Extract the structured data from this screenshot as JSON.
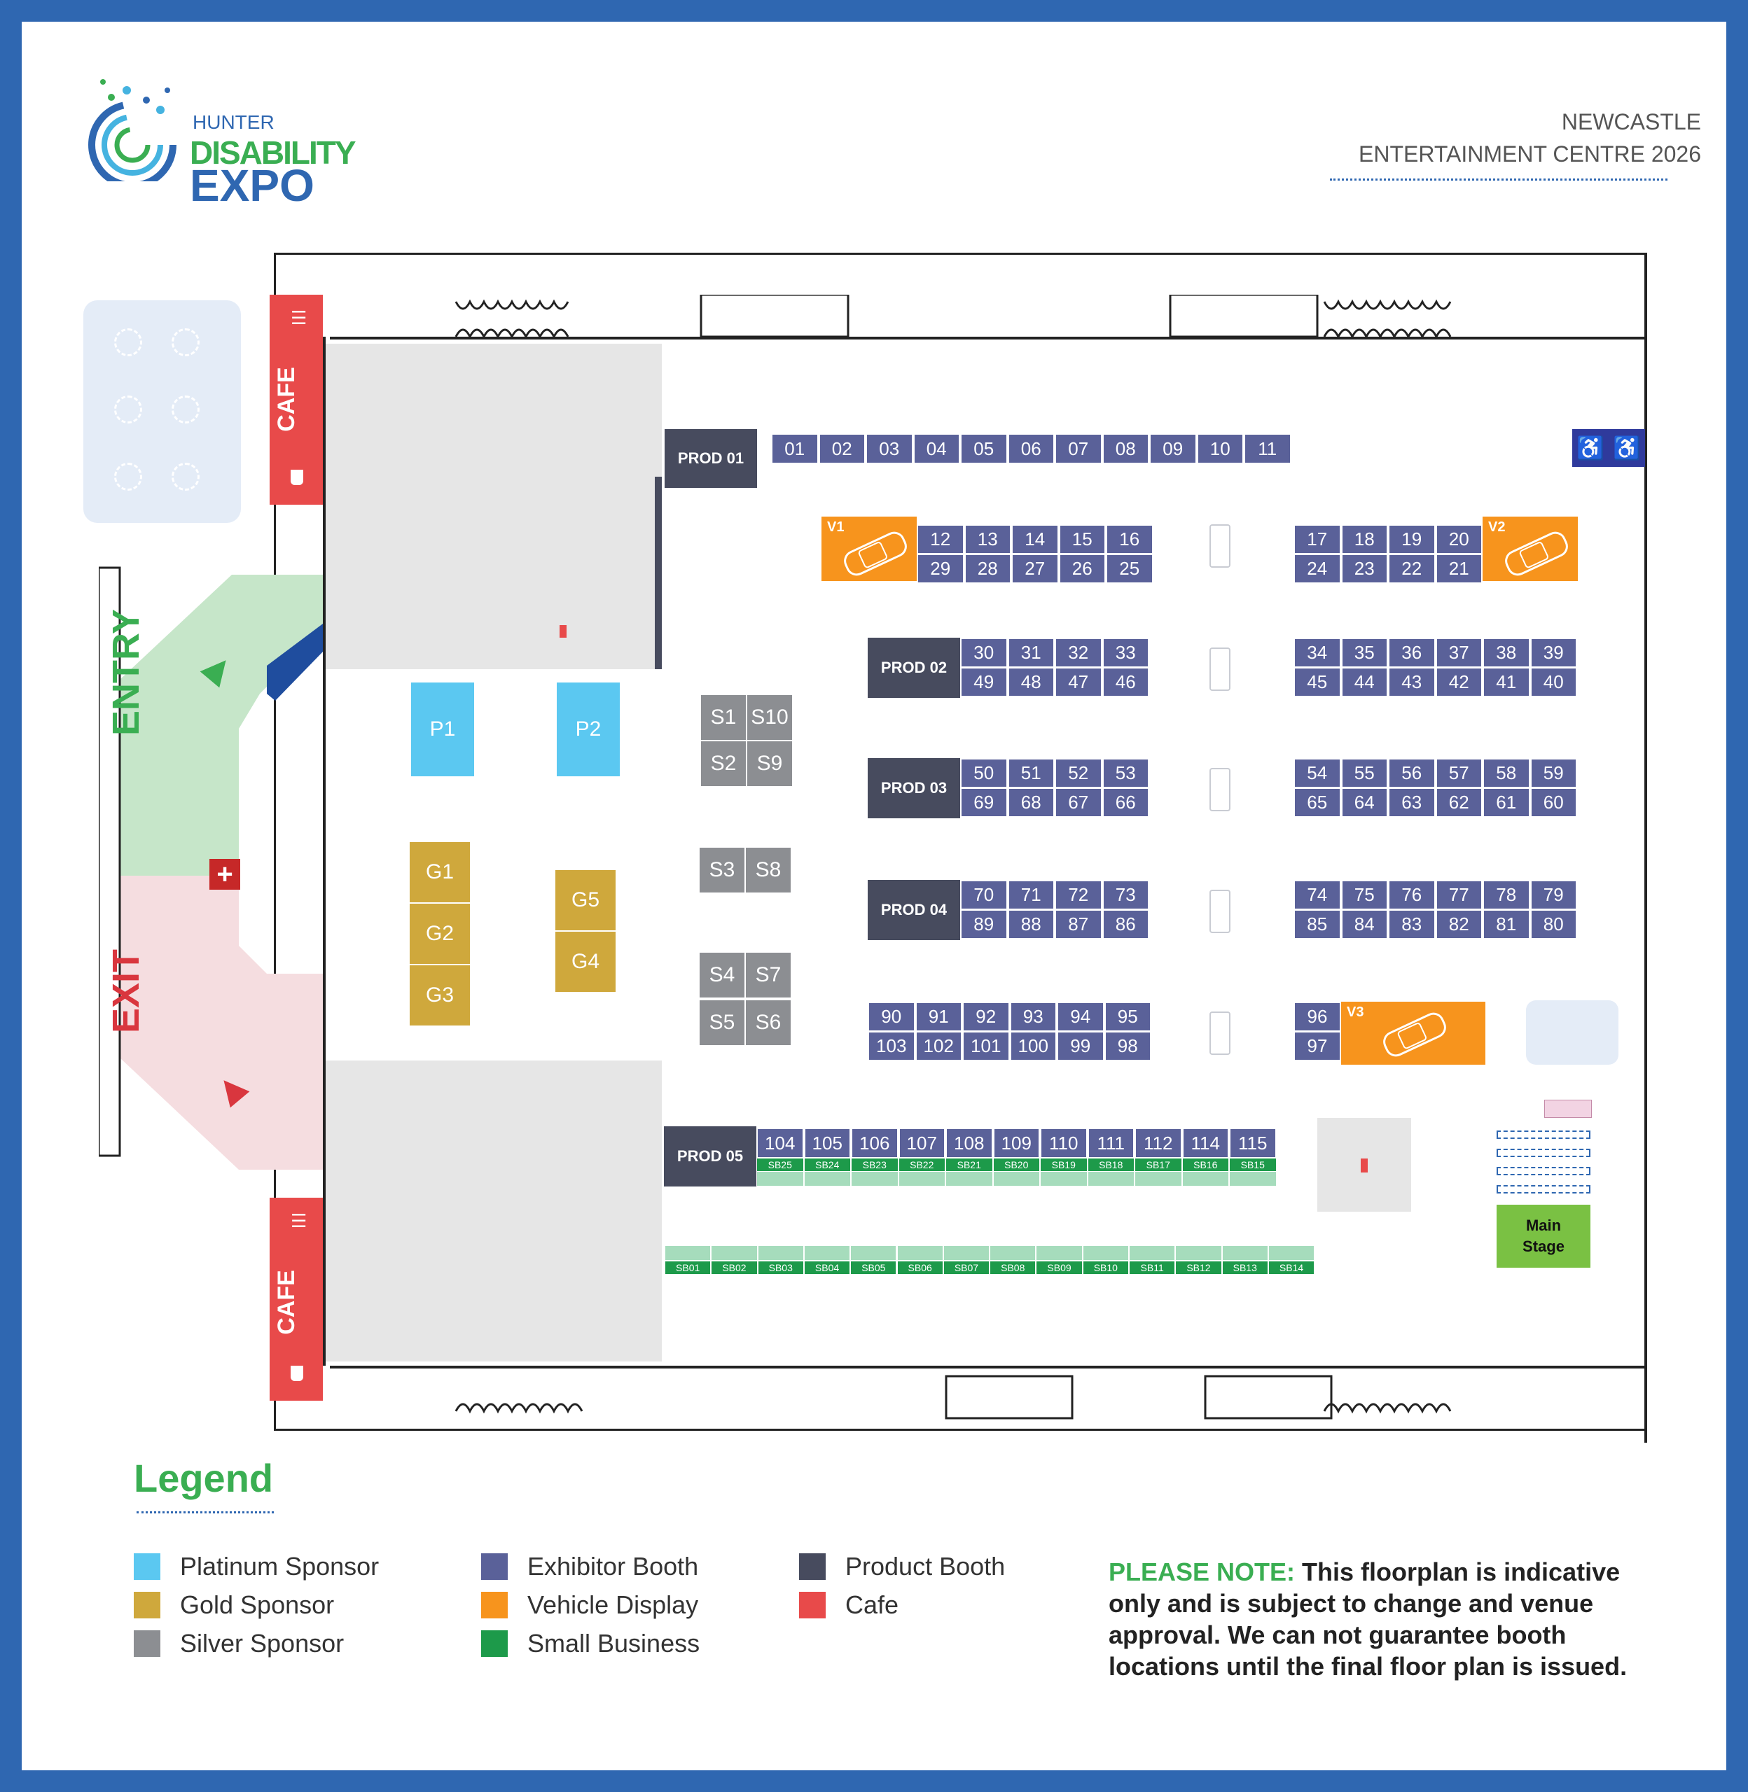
{
  "logo": {
    "line1": "HUNTER",
    "line2": "DISABILITY",
    "line3": "EXPO"
  },
  "header": {
    "venue_line1": "NEWCASTLE",
    "venue_line2": "ENTERTAINMENT CENTRE 2026"
  },
  "zones": {
    "entry": "ENTRY",
    "exit": "EXIT",
    "cafe_top": "CAFE",
    "cafe_bottom": "CAFE",
    "stage": "Main Stage"
  },
  "colors": {
    "platinum": "#5bc8f1",
    "gold": "#cfa83c",
    "silver": "#8c8e92",
    "exhibitor": "#5a6199",
    "vehicle": "#f7941d",
    "small_business": "#1d9a4a",
    "product": "#474b5e",
    "cafe": "#e84a4a",
    "border": "#2f67b1",
    "accent_green": "#3aae52"
  },
  "products": [
    "PROD 01",
    "PROD 02",
    "PROD 03",
    "PROD 04",
    "PROD 05"
  ],
  "platinum": [
    "P1",
    "P2"
  ],
  "gold": [
    "G1",
    "G2",
    "G3",
    "G5",
    "G4"
  ],
  "silver": [
    "S1",
    "S10",
    "S2",
    "S9",
    "S3",
    "S8",
    "S4",
    "S7",
    "S5",
    "S6"
  ],
  "vehicles": [
    "V1",
    "V2",
    "V3"
  ],
  "booths": {
    "top_row": [
      "01",
      "02",
      "03",
      "04",
      "05",
      "06",
      "07",
      "08",
      "09",
      "10",
      "11"
    ],
    "r1a_top": [
      "12",
      "13",
      "14",
      "15",
      "16"
    ],
    "r1a_bot": [
      "29",
      "28",
      "27",
      "26",
      "25"
    ],
    "r1b_top": [
      "17",
      "18",
      "19",
      "20"
    ],
    "r1b_bot": [
      "24",
      "23",
      "22",
      "21"
    ],
    "r2a_top": [
      "30",
      "31",
      "32",
      "33"
    ],
    "r2a_bot": [
      "49",
      "48",
      "47",
      "46"
    ],
    "r2b_top": [
      "34",
      "35",
      "36",
      "37",
      "38",
      "39"
    ],
    "r2b_bot": [
      "45",
      "44",
      "43",
      "42",
      "41",
      "40"
    ],
    "r3a_top": [
      "50",
      "51",
      "52",
      "53"
    ],
    "r3a_bot": [
      "69",
      "68",
      "67",
      "66"
    ],
    "r3b_top": [
      "54",
      "55",
      "56",
      "57",
      "58",
      "59"
    ],
    "r3b_bot": [
      "65",
      "64",
      "63",
      "62",
      "61",
      "60"
    ],
    "r4a_top": [
      "70",
      "71",
      "72",
      "73"
    ],
    "r4a_bot": [
      "89",
      "88",
      "87",
      "86"
    ],
    "r4b_top": [
      "74",
      "75",
      "76",
      "77",
      "78",
      "79"
    ],
    "r4b_bot": [
      "85",
      "84",
      "83",
      "82",
      "81",
      "80"
    ],
    "r5a_top": [
      "90",
      "91",
      "92",
      "93",
      "94",
      "95"
    ],
    "r5a_bot": [
      "103",
      "102",
      "101",
      "100",
      "99",
      "98"
    ],
    "r5b": [
      "96",
      "97"
    ],
    "bottom_row": [
      "104",
      "105",
      "106",
      "107",
      "108",
      "109",
      "110",
      "111",
      "112",
      "114",
      "115"
    ],
    "sb_upper": [
      "SB25",
      "SB24",
      "SB23",
      "SB22",
      "SB21",
      "SB20",
      "SB19",
      "SB18",
      "SB17",
      "SB16",
      "SB15"
    ],
    "sb_lower": [
      "SB01",
      "SB02",
      "SB03",
      "SB04",
      "SB05",
      "SB06",
      "SB07",
      "SB08",
      "SB09",
      "SB10",
      "SB11",
      "SB12",
      "SB13",
      "SB14"
    ]
  },
  "legend": {
    "title": "Legend",
    "items": [
      {
        "label": "Platinum Sponsor",
        "color": "#5bc8f1"
      },
      {
        "label": "Gold Sponsor",
        "color": "#cfa83c"
      },
      {
        "label": "Silver Sponsor",
        "color": "#8c8e92"
      },
      {
        "label": "Exhibitor Booth",
        "color": "#5a6199"
      },
      {
        "label": "Vehicle Display",
        "color": "#f7941d"
      },
      {
        "label": "Small Business",
        "color": "#1d9a4a"
      },
      {
        "label": "Product Booth",
        "color": "#474b5e"
      },
      {
        "label": "Cafe",
        "color": "#e84a4a"
      }
    ]
  },
  "note": {
    "lead": "PLEASE NOTE:",
    "body": "This floorplan is indicative only and is subject to change and venue approval. We can not guarantee booth locations until the final floor plan is issued."
  },
  "icons": [
    "wheelchair-icon",
    "first-aid-icon",
    "fork-knife-icon",
    "coffee-cup-icon",
    "car-icon",
    "arrow-icon"
  ]
}
